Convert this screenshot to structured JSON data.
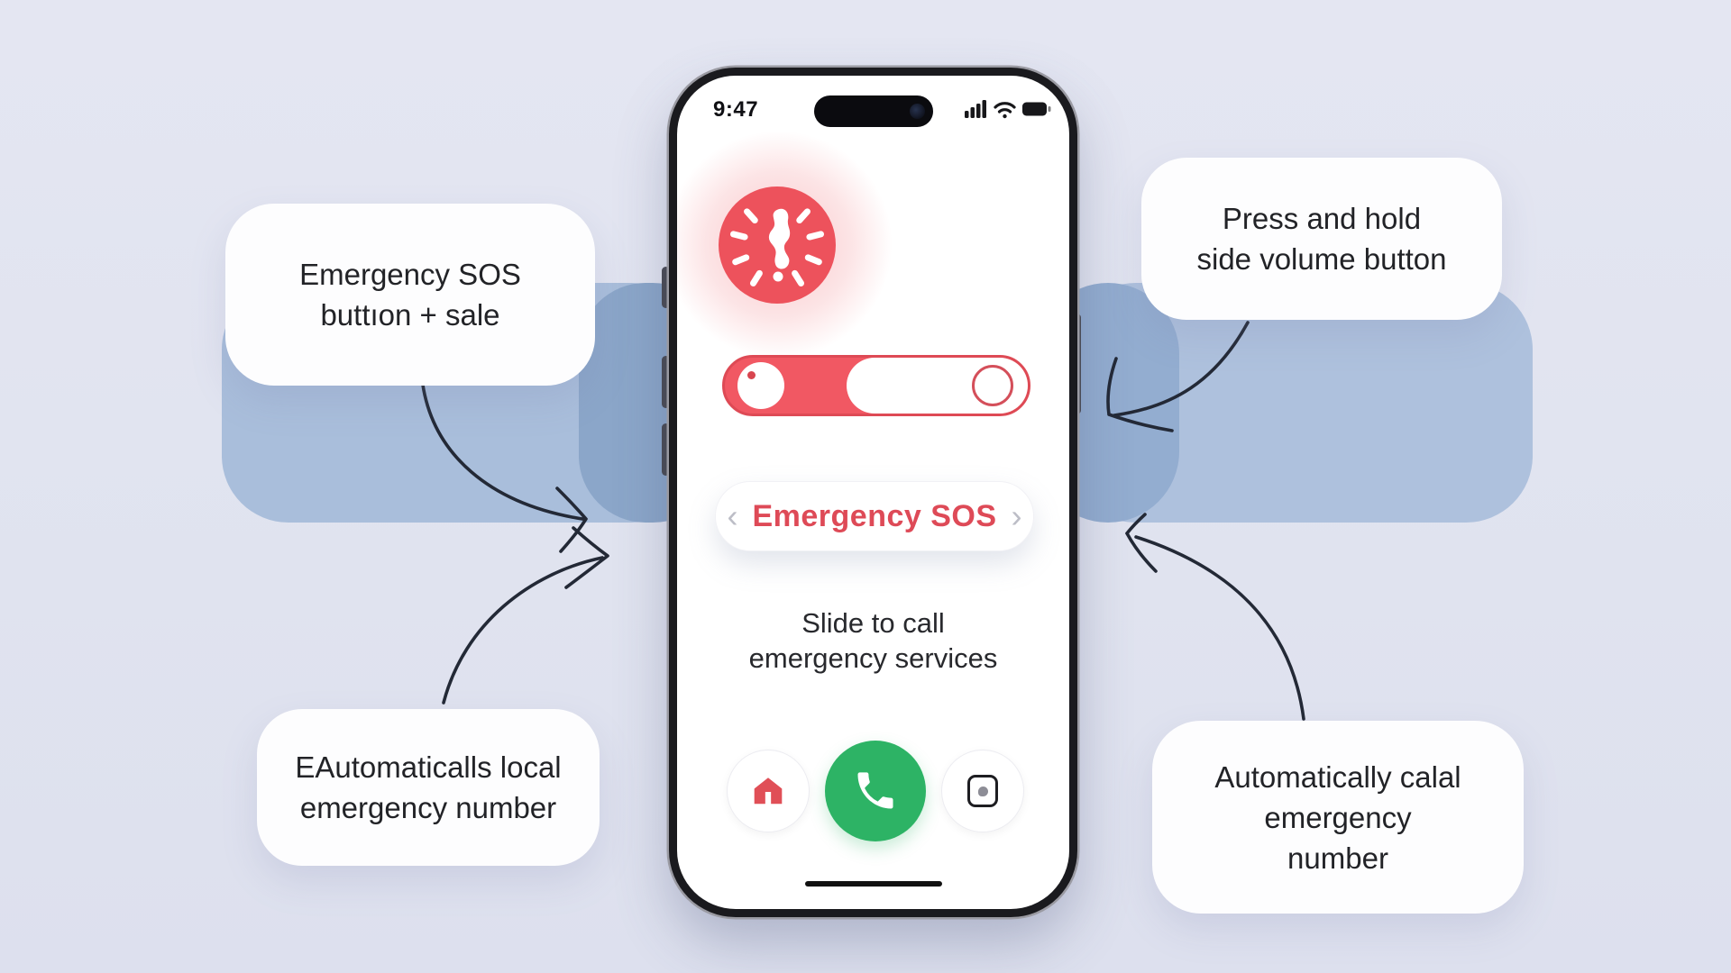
{
  "scene": {
    "background_color": "#e1e3ef",
    "panel_light_blue": "#a9bedb",
    "panel_dark_blue": "#8ba6c9",
    "arrow_color": "#232936",
    "bubble_color": "#fdfdfe"
  },
  "callouts": {
    "top_left": {
      "line1": "Emergency SOS",
      "line2": "buttıon + sale"
    },
    "top_right": {
      "line1": "Press and hold",
      "line2": "side volume button"
    },
    "bottom_left": {
      "line1": "EAutomaticalls local",
      "line2": "emergency number"
    },
    "bottom_right": {
      "line1": "Automatically calal",
      "line2": "emergency",
      "line3": "number"
    }
  },
  "phone": {
    "status": {
      "time": "9:47",
      "icons": [
        "signal-bars",
        "wifi",
        "battery"
      ]
    },
    "sos_alert_icon": "sos-alert-burst",
    "sos_pill": {
      "chevron_left": "‹",
      "label": "Emergency SOS",
      "chevron_right": "›"
    },
    "slide_instruction": {
      "line1": "Slide to call",
      "line2": "emergency services"
    },
    "bottom_buttons": [
      "house",
      "phone-call",
      "sos-badge"
    ],
    "colors": {
      "alert_red": "#ed525c",
      "call_green": "#2db365"
    }
  }
}
